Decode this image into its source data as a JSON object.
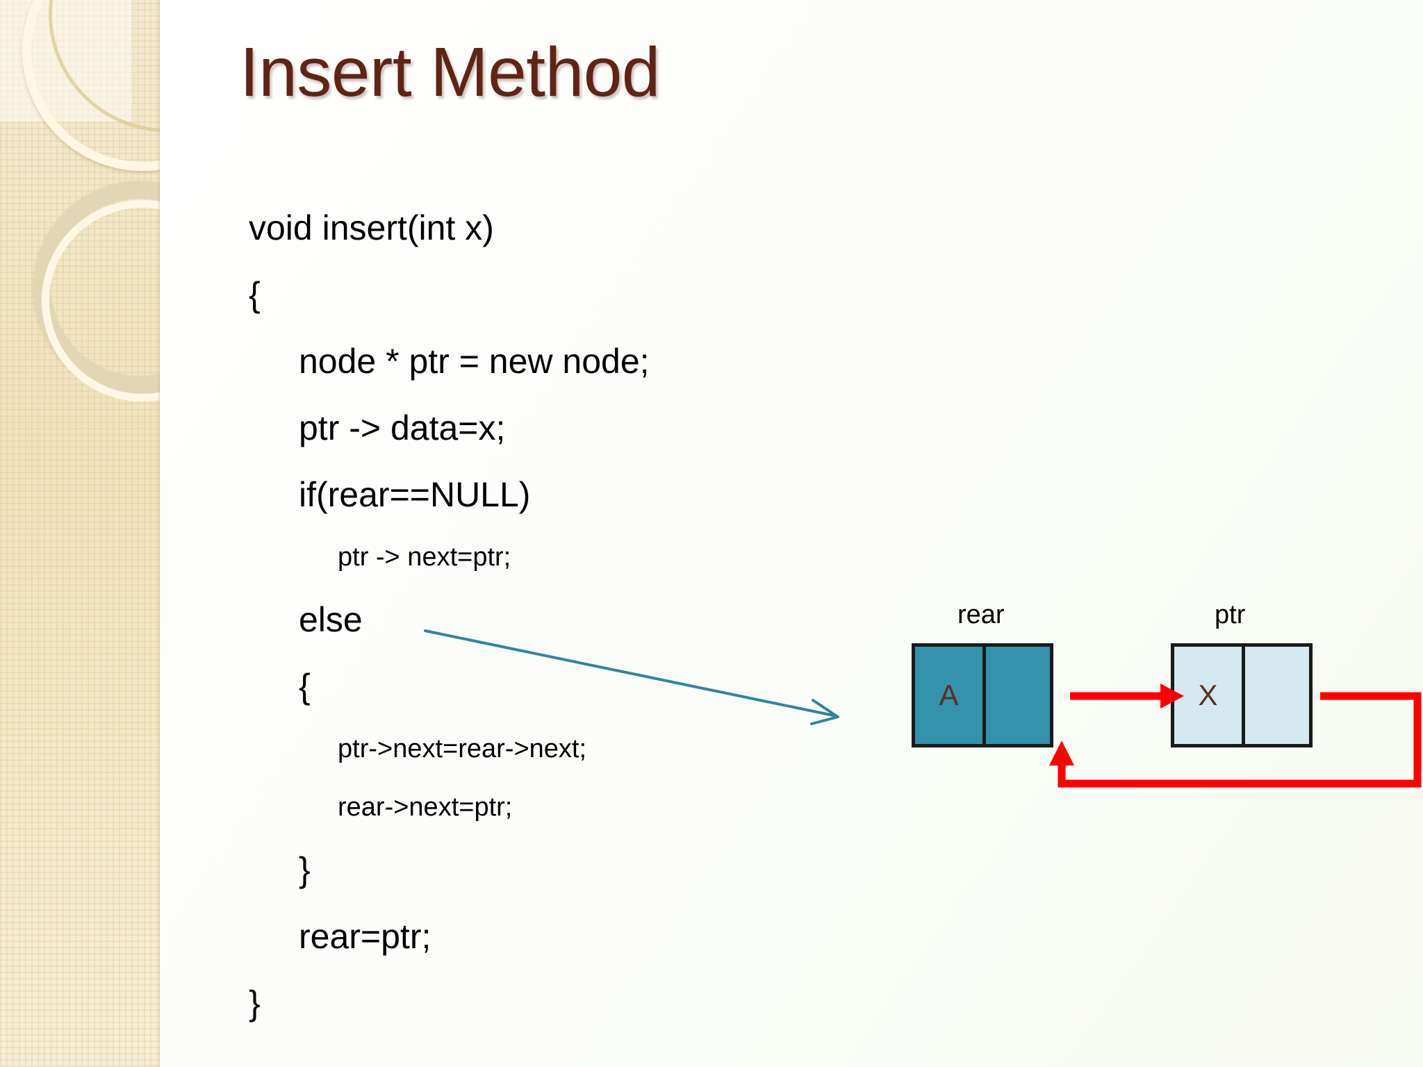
{
  "slide": {
    "title": "Insert Method",
    "title_color": "#5f2415",
    "background_color": "#fbfdf7"
  },
  "sidebar": {
    "name": "decorative-sidebar",
    "base_color": "#f1e5c2",
    "ring_color": "#fdf7e3"
  },
  "code": {
    "lines": [
      {
        "text": "void insert(int x)",
        "level": 0
      },
      {
        "text": "{",
        "level": 0
      },
      {
        "text": "node * ptr = new node;",
        "level": 1
      },
      {
        "text": "ptr -> data=x;",
        "level": 1
      },
      {
        "text": "if(rear==NULL)",
        "level": 1
      },
      {
        "text": "ptr -> next=ptr;",
        "level": 2
      },
      {
        "text": "else",
        "level": 1
      },
      {
        "text": "{",
        "level": 1
      },
      {
        "text": "ptr->next=rear->next;",
        "level": 2
      },
      {
        "text": "rear->next=ptr;",
        "level": 2
      },
      {
        "text": "}",
        "level": 1
      },
      {
        "text": "rear=ptr;",
        "level": 1
      },
      {
        "text": "}",
        "level": 0
      }
    ]
  },
  "pointer_arrow": {
    "name": "else-to-diagram-arrow",
    "color": "#31859b",
    "from": "else",
    "to": "node-diagram"
  },
  "diagram": {
    "type": "linked-list-nodes",
    "link_color": "#fe0000",
    "nodes": [
      {
        "label": "rear",
        "data_value": "A",
        "fill": "#3492ac",
        "text_color": "#5b2e26",
        "cells": [
          "A",
          ""
        ]
      },
      {
        "label": "ptr",
        "data_value": "X",
        "fill": "#d3e8ef",
        "text_color": "#5b2e26",
        "cells": [
          "X",
          ""
        ]
      }
    ],
    "links": [
      {
        "name": "rear-next-to-ptr",
        "from": "rear.next",
        "to": "ptr"
      },
      {
        "name": "ptr-next-to-rear",
        "from": "ptr.next",
        "to": "rear"
      }
    ]
  }
}
